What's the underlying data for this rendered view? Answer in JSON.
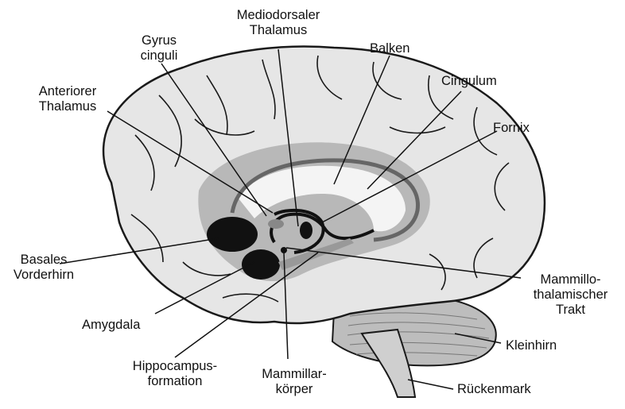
{
  "labels": {
    "mediodorsaler_thalamus": "Mediodorsaler\nThalamus",
    "gyrus_cinguli": "Gyrus\ncinguli",
    "balken": "Balken",
    "cingulum": "Cingulum",
    "anteriorer_thalamus": "Anteriorer\nThalamus",
    "fornix": "Fornix",
    "basales_vorderhirn": "Basales\nVorderhirn",
    "mammillothalamischer_trakt": "Mammillo-\nthalamischer\nTrakt",
    "amygdala": "Amygdala",
    "kleinhirn": "Kleinhirn",
    "hippocampusformation": "Hippocampus-\nformation",
    "mammillarkoerper": "Mammillar-\nkörper",
    "rueckenmark": "Rückenmark"
  },
  "colors": {
    "brain_fill": "#e6e6e6",
    "limbic_band": "#b8b8b8",
    "cerebellum": "#bdbdbd",
    "structure_black": "#111111",
    "outline": "#1a1a1a"
  }
}
